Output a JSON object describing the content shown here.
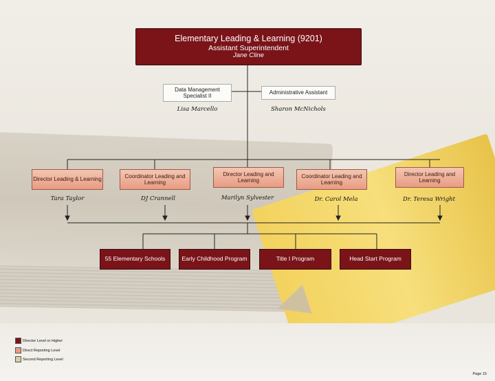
{
  "head": {
    "title": "Elementary Leading & Learning (9201)",
    "role": "Assistant Superintendent",
    "name": "Jane Cline"
  },
  "staff": [
    {
      "role": "Data Management Specialist II",
      "name": "Lisa Marcello"
    },
    {
      "role": "Administrative Assistant",
      "name": "Sharon McNichols"
    }
  ],
  "directors": [
    {
      "role": "Director Leading & Learning",
      "name": "Tara Taylor"
    },
    {
      "role": "Coordinator Leading and Learning",
      "name": "DJ Crannell"
    },
    {
      "role": "Director Leading and Learning",
      "name": "Marilyn Sylvester"
    },
    {
      "role": "Coordinator Leading and Learning",
      "name": "Dr. Carol Mela"
    },
    {
      "role": "Director Leading and Learning",
      "name": "Dr. Teresa Wright"
    }
  ],
  "programs": [
    {
      "label": "55 Elementary Schools"
    },
    {
      "label": "Early Childhood Program"
    },
    {
      "label": "Title I Program"
    },
    {
      "label": "Head Start Program"
    }
  ],
  "legend": [
    {
      "label": "Director Level or Higher",
      "color": "#7a1419"
    },
    {
      "label": "Direct Reporting Level",
      "color": "#e89c82"
    },
    {
      "label": "Second Reporting Level",
      "color": "#d9cfa6"
    }
  ],
  "footer": {
    "page": "Page 15"
  }
}
